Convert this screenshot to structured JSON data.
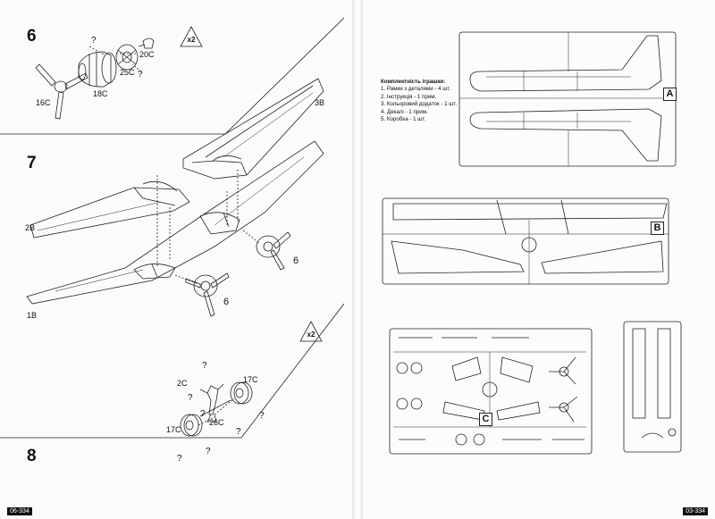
{
  "left_page": {
    "page_number": "06-334",
    "steps": [
      {
        "number": "6",
        "multiplier": "x2",
        "parts": [
          "16C",
          "18C",
          "25C",
          "20C"
        ],
        "unknown_marks": [
          "?",
          "?"
        ]
      },
      {
        "number": "7",
        "parts": [
          "3B",
          "2B",
          "1B",
          "6",
          "6"
        ]
      },
      {
        "number": "8",
        "multiplier": "x2",
        "parts": [
          "2C",
          "17C",
          "17C",
          "26C"
        ],
        "unknown_marks": [
          "?",
          "?",
          "?",
          "?",
          "?",
          "?",
          "?"
        ]
      }
    ]
  },
  "right_page": {
    "page_number": "03-334",
    "contents": {
      "heading": "Комплектність іграшки:",
      "items": [
        "1. Рамки з деталями - 4 шт.",
        "2. Інструкція - 1 прим.",
        "3. Кольоровий додаток - 1 шт.",
        "4. Декалі - 1 прим.",
        "5. Коробка - 1 шт."
      ]
    },
    "sprues": [
      {
        "letter": "A",
        "description": "fuselage halves"
      },
      {
        "letter": "B",
        "description": "wings"
      },
      {
        "letter": "C",
        "description": "small parts"
      }
    ]
  },
  "colors": {
    "ink": "#111111",
    "paper": "#fbfbfb",
    "gutter": "#e6e6e6"
  }
}
